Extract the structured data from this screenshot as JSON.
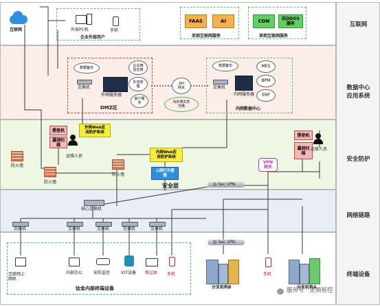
{
  "layers": {
    "internet": "互联网",
    "datacenter": "数据中心\n应用系统",
    "security": "安全防护",
    "network": "网络链路",
    "terminal": "终端设备"
  },
  "internet": {
    "cloud_label": "互联网",
    "ext_pc": "外部PC机",
    "phone": "手机",
    "ext_users": "企业外部用户",
    "faas": "FAAS",
    "ai": "AI",
    "dual_services": "双相互联网服务",
    "cdn": "CDN",
    "ddos": "抗DDOS\n服务",
    "single_services": "单相互联网服务"
  },
  "datacenter": {
    "dmz_backup": "数据备份",
    "switch_dmz": "交换机",
    "ext_server": "外网服务器",
    "wechat_app": "企业微\n信应用",
    "ext_mgmt": "外协管\n理",
    "customer_service": "客户服\n务",
    "dmz_zone": "DMZ区",
    "api_gw": "API\n网关",
    "file_exchange": "内外网文件\n交换",
    "inner_backup": "数据备份",
    "switch_inner": "交换机",
    "inner_server": "内网服务器",
    "mes": "MES",
    "bpm": "BPM",
    "erp": "ERP",
    "inner_dc": "内网数据中心"
  },
  "security": {
    "bastion_left": "堡垒机",
    "vuln_left": "漏洞扫\n描",
    "ops_left": "运维人员",
    "ext_waf": "外网Web应\n用防护系统",
    "firewall_left": "防火墙",
    "firewall_mid": "防火墙",
    "firewall_core": "防火墙",
    "inner_waf": "内网Web应\n用防护系统",
    "behavior": "上网行为管\n理",
    "security_layer": "安全层",
    "ipsec_top": "Ip Sec VPN",
    "vpn_gw": "VPN\n网关",
    "bastion_right": "堡垒机",
    "vuln_right": "漏洞扫\n描",
    "ops_right": "运维人员"
  },
  "network": {
    "core_switch": "核心交换机",
    "switch_labels": [
      "交换机",
      "交换机",
      "交换机",
      "交换机",
      "交换机"
    ]
  },
  "terminal": {
    "ipsec_bottom": "Ip Sec VPN",
    "internet_pc": "互联网上\n网机",
    "office": "内部办公",
    "cctv": "安防监控",
    "iot": "IOT设备",
    "laptop": "笔记本",
    "phone": "手机",
    "internal_devices": "钛金内部终端设备",
    "branch_b": "分支机构B",
    "phone_b": "手机",
    "branch_a": "分支机构A",
    "watermark": "服务号 · 逆熵智控"
  }
}
